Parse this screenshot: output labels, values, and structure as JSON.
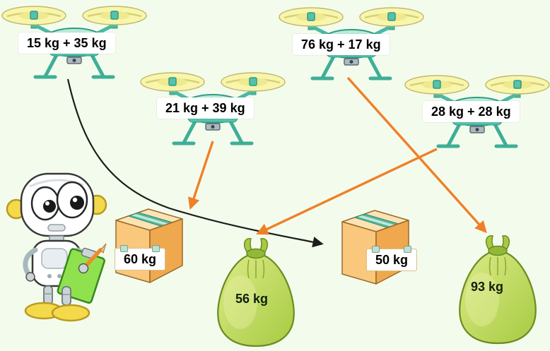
{
  "scene": {
    "background": "#f3fcec"
  },
  "colors": {
    "arrow_orange": "#f07f28",
    "line_black": "#1c1c1c",
    "drone_body": "#b9edd9",
    "drone_frame": "#49b9a4",
    "rotor_yellow": "#f8f5ad",
    "box_orange": "#f9c87d",
    "bag_green": "#b9d658",
    "clipboard_green": "#8fe24e",
    "robot_accent_yellow": "#f4da4b"
  },
  "drones": [
    {
      "label": "15 kg + 35 kg"
    },
    {
      "label": "21 kg + 39 kg"
    },
    {
      "label": "76 kg + 17 kg"
    },
    {
      "label": "28 kg + 28 kg"
    }
  ],
  "packages": [
    {
      "type": "box",
      "label": "60 kg"
    },
    {
      "type": "bag",
      "label": "56 kg"
    },
    {
      "type": "box",
      "label": "50 kg"
    },
    {
      "type": "bag",
      "label": "93 kg"
    }
  ],
  "connections": [
    {
      "from": "15 kg + 35 kg",
      "to": "50 kg",
      "line": "black-curve"
    },
    {
      "from": "21 kg + 39 kg",
      "to": "60 kg",
      "line": "orange-arrow"
    },
    {
      "from": "76 kg + 17 kg",
      "to": "93 kg",
      "line": "orange-arrow"
    },
    {
      "from": "28 kg + 28 kg",
      "to": "56 kg",
      "line": "orange-arrow"
    }
  ]
}
